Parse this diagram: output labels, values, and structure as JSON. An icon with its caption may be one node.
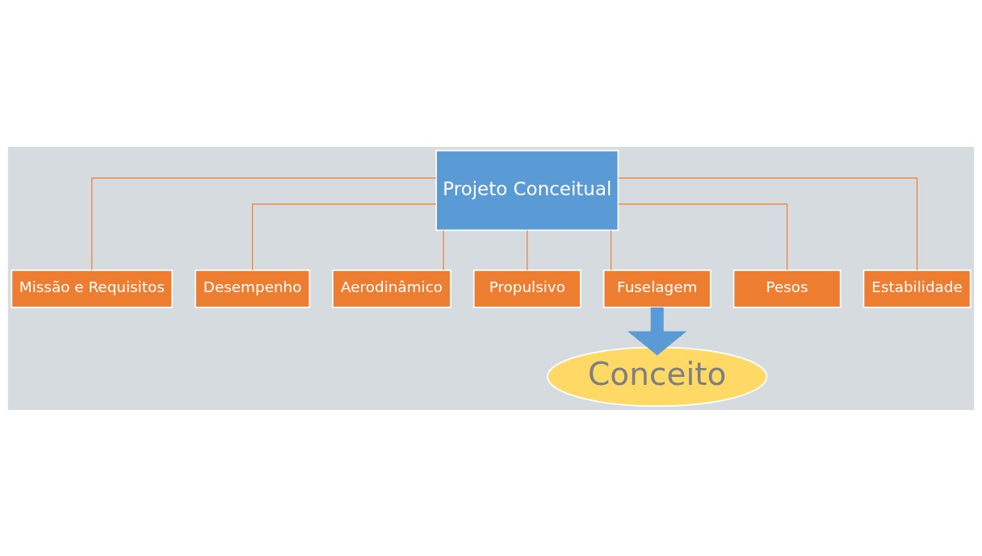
{
  "diagram": {
    "nodes": [
      {
        "text": [
          "Projeto Conceitual"
        ]
      },
      {
        "text": [
          "Missão e Requisitos"
        ]
      },
      {
        "text": [
          "Desempenho"
        ]
      },
      {
        "text": [
          "Aerodinâmico"
        ]
      },
      {
        "text": [
          "Propulsivo"
        ]
      },
      {
        "text": [
          "Fuselagem"
        ]
      },
      {
        "text": [
          "Pesos"
        ]
      },
      {
        "text": [
          "Estabilidade"
        ]
      },
      {
        "text": [
          "Conceito"
        ]
      }
    ],
    "edges": [
      {
        "from": 0,
        "to": 1,
        "arrow": "none"
      },
      {
        "from": 0,
        "to": 2,
        "arrow": "none"
      },
      {
        "from": 0,
        "to": 3,
        "arrow": "none"
      },
      {
        "from": 0,
        "to": 4,
        "arrow": "none"
      },
      {
        "from": 0,
        "to": 5,
        "arrow": "none"
      },
      {
        "from": 0,
        "to": 6,
        "arrow": "none"
      },
      {
        "from": 0,
        "to": 7,
        "arrow": "none"
      },
      {
        "from": 5,
        "to": 8,
        "arrow": "to",
        "style": "thick",
        "color": "#5b9bd5"
      }
    ]
  }
}
